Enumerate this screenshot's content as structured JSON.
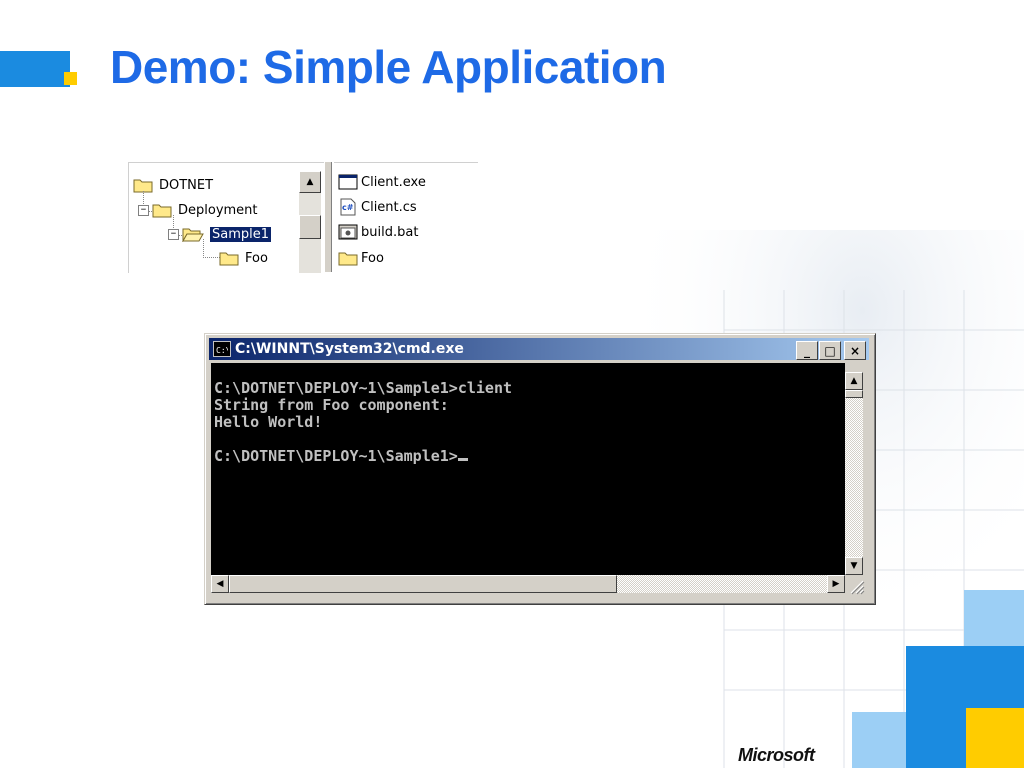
{
  "slide": {
    "title": "Demo: Simple Application",
    "brand": "Microsoft"
  },
  "explorer": {
    "tree": [
      {
        "label": "DOTNET",
        "expander": "",
        "selected": false
      },
      {
        "label": "Deployment",
        "expander": "−",
        "selected": false
      },
      {
        "label": "Sample1",
        "expander": "−",
        "selected": true
      },
      {
        "label": "Foo",
        "expander": "",
        "selected": false
      }
    ],
    "files": [
      {
        "label": "Client.exe",
        "icon": "exe-icon"
      },
      {
        "label": "Client.cs",
        "icon": "csharp-file-icon"
      },
      {
        "label": "build.bat",
        "icon": "batch-file-icon"
      },
      {
        "label": "Foo",
        "icon": "folder-icon"
      }
    ]
  },
  "cmd": {
    "title": "C:\\WINNT\\System32\\cmd.exe",
    "minimize": "_",
    "maximize": "□",
    "close": "×",
    "lines": [
      "",
      "C:\\DOTNET\\DEPLOY~1\\Sample1>client",
      "String from Foo component:",
      "Hello World!",
      "",
      "C:\\DOTNET\\DEPLOY~1\\Sample1>"
    ]
  },
  "colors": {
    "title": "#1e6ae6",
    "accent_blue": "#1b8be0",
    "accent_yellow": "#ffcc00",
    "titlebar_start": "#0a246a",
    "titlebar_end": "#a6caf0"
  }
}
